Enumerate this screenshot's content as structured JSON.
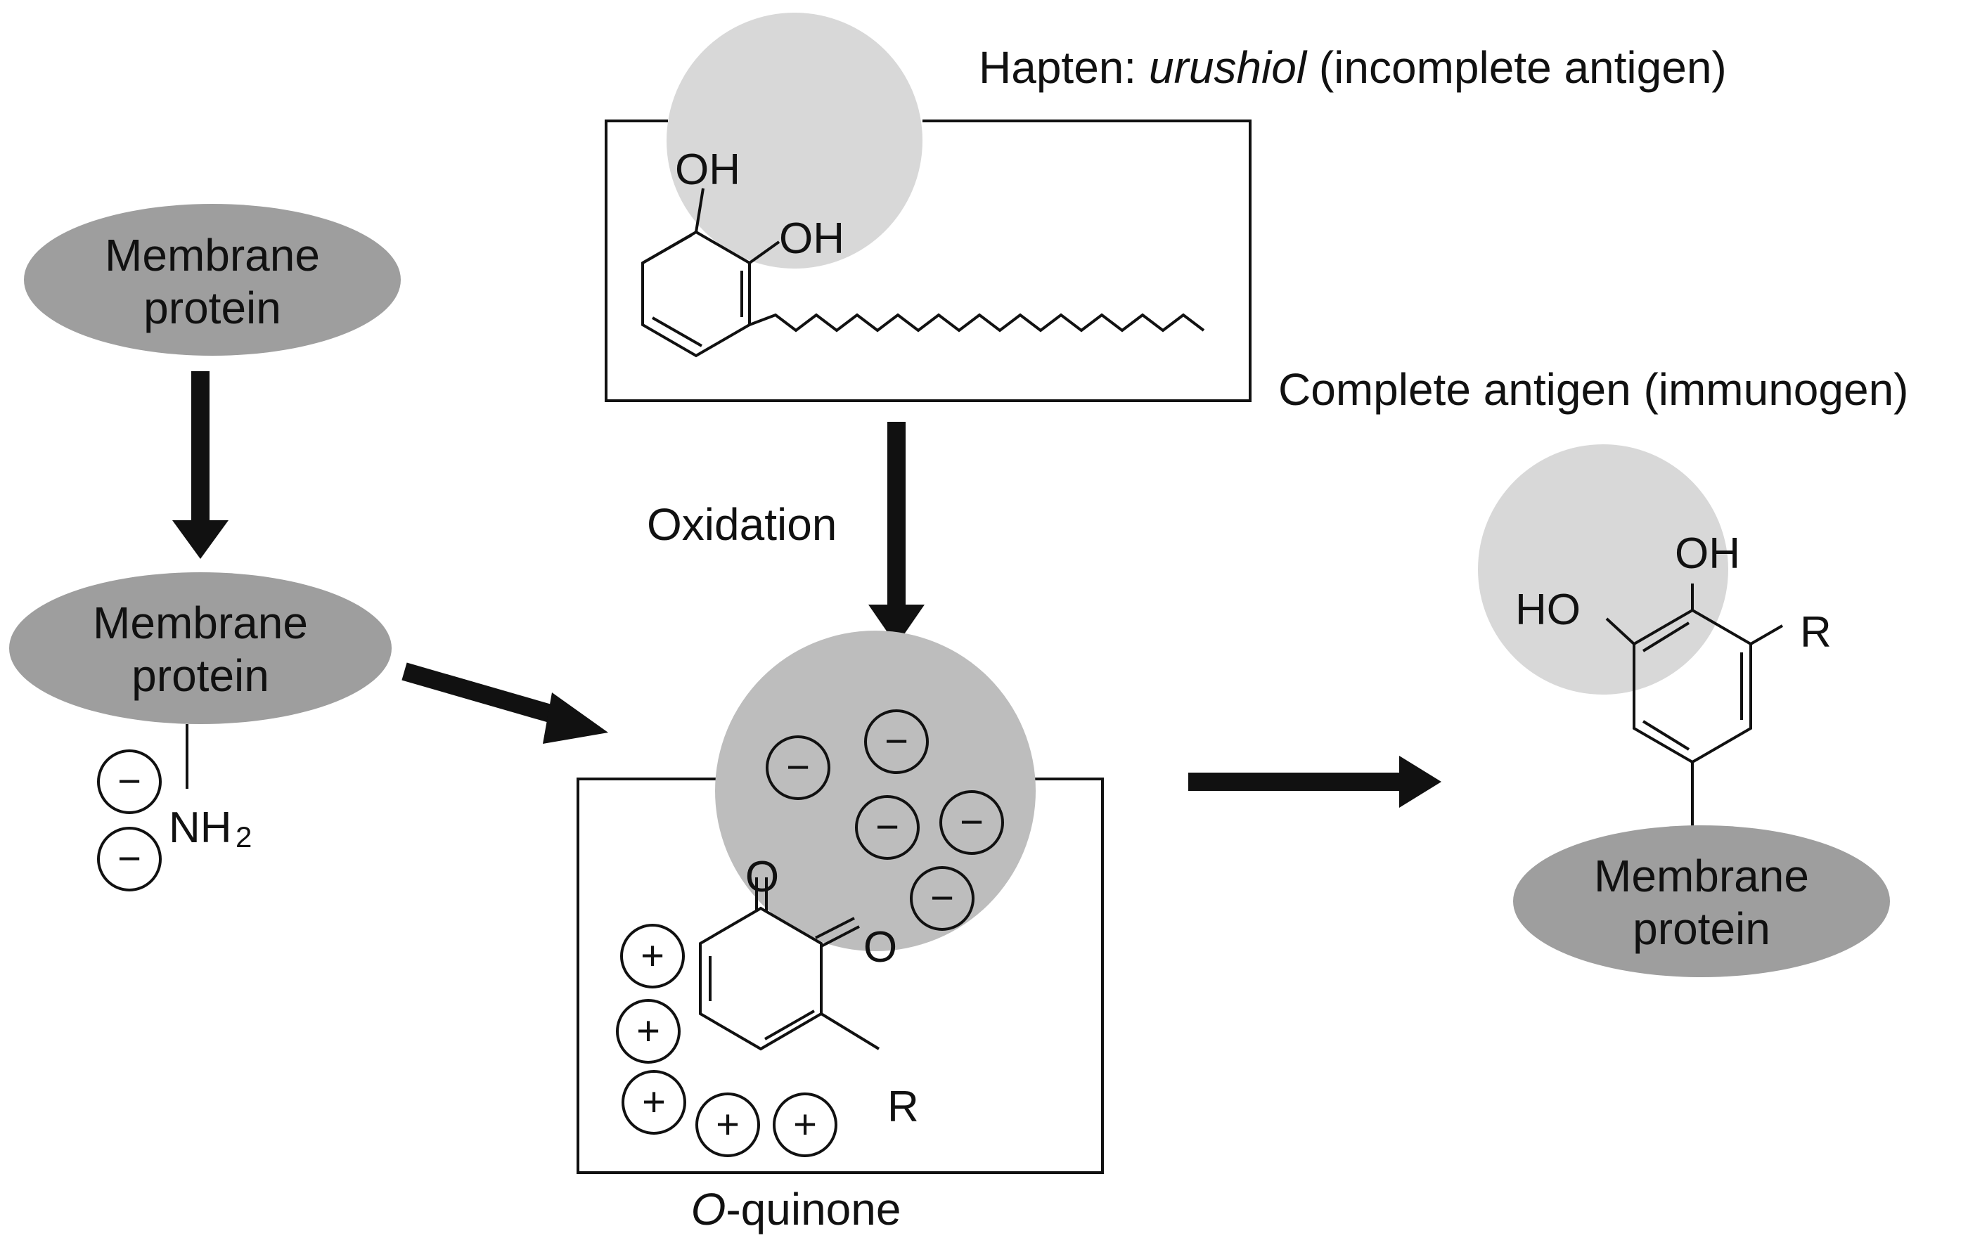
{
  "colors": {
    "membrane_fill": "#9e9e9e",
    "highlight_fill": "#d8d8d8",
    "quinone_fill": "#bdbdbd",
    "line": "#111111"
  },
  "labels": {
    "hapten_prefix": "Hapten: ",
    "hapten_name": "urushiol",
    "hapten_suffix": " (incomplete antigen)",
    "complete_antigen": "Complete antigen (immunogen)",
    "oxidation": "Oxidation",
    "quinone_prefix": "O",
    "quinone_suffix": "-quinone"
  },
  "membrane_protein": {
    "line1": "Membrane",
    "line2": "protein"
  },
  "groups": {
    "oh": "OH",
    "ho": "HO",
    "r": "R",
    "o": "O",
    "nh_base": "NH",
    "nh_sub": "2",
    "minus": "−",
    "plus": "+"
  }
}
